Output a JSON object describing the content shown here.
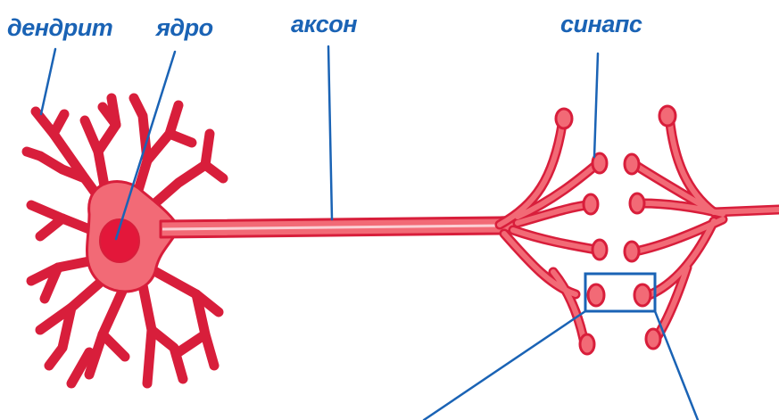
{
  "labels": {
    "dendrite": "дендрит",
    "nucleus": "ядро",
    "axon": "аксон",
    "synapse": "синапс"
  },
  "colors": {
    "neuron_fill": "#f26a76",
    "neuron_outline": "#d81e3b",
    "nucleus": "#e3173a",
    "label_text": "#1a63b5",
    "pointer_line": "#1a63b5"
  }
}
